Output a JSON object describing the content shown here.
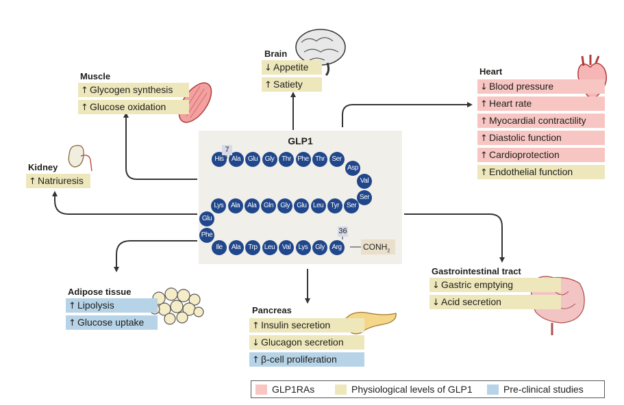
{
  "title": "GLP1",
  "peptide": {
    "row1": [
      "His",
      "Ala",
      "Glu",
      "Gly",
      "Thr",
      "Phe",
      "Thr",
      "Ser",
      "Asp"
    ],
    "turn1": [
      "Val",
      "Ser"
    ],
    "row2": [
      "Lys",
      "Ala",
      "Ala",
      "Gln",
      "Gly",
      "Glu",
      "Leu",
      "Tyr",
      "Ser"
    ],
    "turn2": [
      "Glu",
      "Phe"
    ],
    "row3": [
      "Ile",
      "Ala",
      "Trp",
      "Leu",
      "Val",
      "Lys",
      "Gly",
      "Arg"
    ],
    "start_position": "7",
    "end_position": "36",
    "terminal_group": "CONH",
    "terminal_subscript": "2"
  },
  "organs": {
    "brain": {
      "title": "Brain",
      "effects": [
        {
          "arrow": "↓",
          "text": "Appetite",
          "source": "physiological"
        },
        {
          "arrow": "↑",
          "text": "Satiety",
          "source": "physiological"
        }
      ]
    },
    "muscle": {
      "title": "Muscle",
      "effects": [
        {
          "arrow": "↑",
          "text": "Glycogen synthesis",
          "source": "physiological"
        },
        {
          "arrow": "↑",
          "text": "Glucose oxidation",
          "source": "physiological"
        }
      ]
    },
    "heart": {
      "title": "Heart",
      "effects": [
        {
          "arrow": "↓",
          "text": "Blood pressure",
          "source": "glp1ra"
        },
        {
          "arrow": "↑",
          "text": "Heart rate",
          "source": "glp1ra"
        },
        {
          "arrow": "↑",
          "text": "Myocardial contractility",
          "source": "glp1ra"
        },
        {
          "arrow": "↑",
          "text": "Diastolic function",
          "source": "glp1ra"
        },
        {
          "arrow": "↑",
          "text": "Cardioprotection",
          "source": "glp1ra"
        },
        {
          "arrow": "↑",
          "text": "Endothelial function",
          "source": "physiological"
        }
      ]
    },
    "kidney": {
      "title": "Kidney",
      "effects": [
        {
          "arrow": "↑",
          "text": "Natriuresis",
          "source": "physiological"
        }
      ]
    },
    "adipose": {
      "title": "Adipose tissue",
      "effects": [
        {
          "arrow": "↑",
          "text": "Lipolysis",
          "source": "preclinical"
        },
        {
          "arrow": "↑",
          "text": "Glucose uptake",
          "source": "preclinical"
        }
      ]
    },
    "pancreas": {
      "title": "Pancreas",
      "effects": [
        {
          "arrow": "↑",
          "text": "Insulin secretion",
          "source": "physiological"
        },
        {
          "arrow": "↓",
          "text": "Glucagon secretion",
          "source": "physiological"
        },
        {
          "arrow": "↑",
          "text": "β-cell proliferation",
          "source": "preclinical"
        }
      ]
    },
    "gi": {
      "title": "Gastrointestinal tract",
      "effects": [
        {
          "arrow": "↓",
          "text": "Gastric emptying",
          "source": "physiological"
        },
        {
          "arrow": "↓",
          "text": "Acid secretion",
          "source": "physiological"
        }
      ]
    }
  },
  "legend": [
    {
      "label": "GLP1RAs",
      "color": "#f7c6c3"
    },
    {
      "label": "Physiological levels of GLP1",
      "color": "#ede7bb"
    },
    {
      "label": "Pre-clinical studies",
      "color": "#b7d3e7"
    }
  ],
  "colors": {
    "residue": "#20468b",
    "arrow": "#333333",
    "panel": "#f1efe9"
  }
}
